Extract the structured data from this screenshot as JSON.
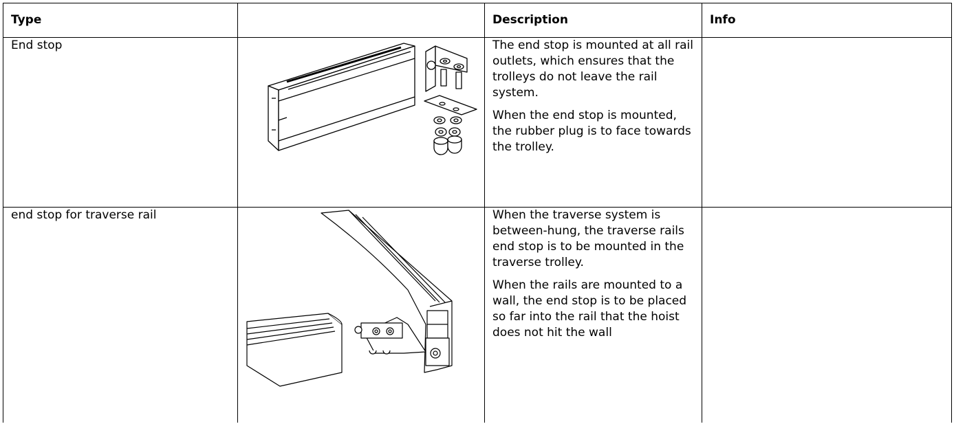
{
  "headers": {
    "type": "Type",
    "image": "",
    "description": "Description",
    "info": "Info"
  },
  "rows": [
    {
      "type": "End stop",
      "description": [
        "The end stop is mounted at all rail outlets, which ensures that the trolleys do not leave the rail system.",
        "When the end stop is mounted, the rubber plug is to face towards the trolley."
      ],
      "info": ""
    },
    {
      "type": "end stop for traverse rail",
      "description": [
        "When the traverse system is between-hung, the traverse rails end stop is to be mounted in the traverse trolley.",
        "When the rails are mounted to a wall, the end stop is to be placed so far into the rail that the hoist does not hit the wall"
      ],
      "info": ""
    }
  ]
}
